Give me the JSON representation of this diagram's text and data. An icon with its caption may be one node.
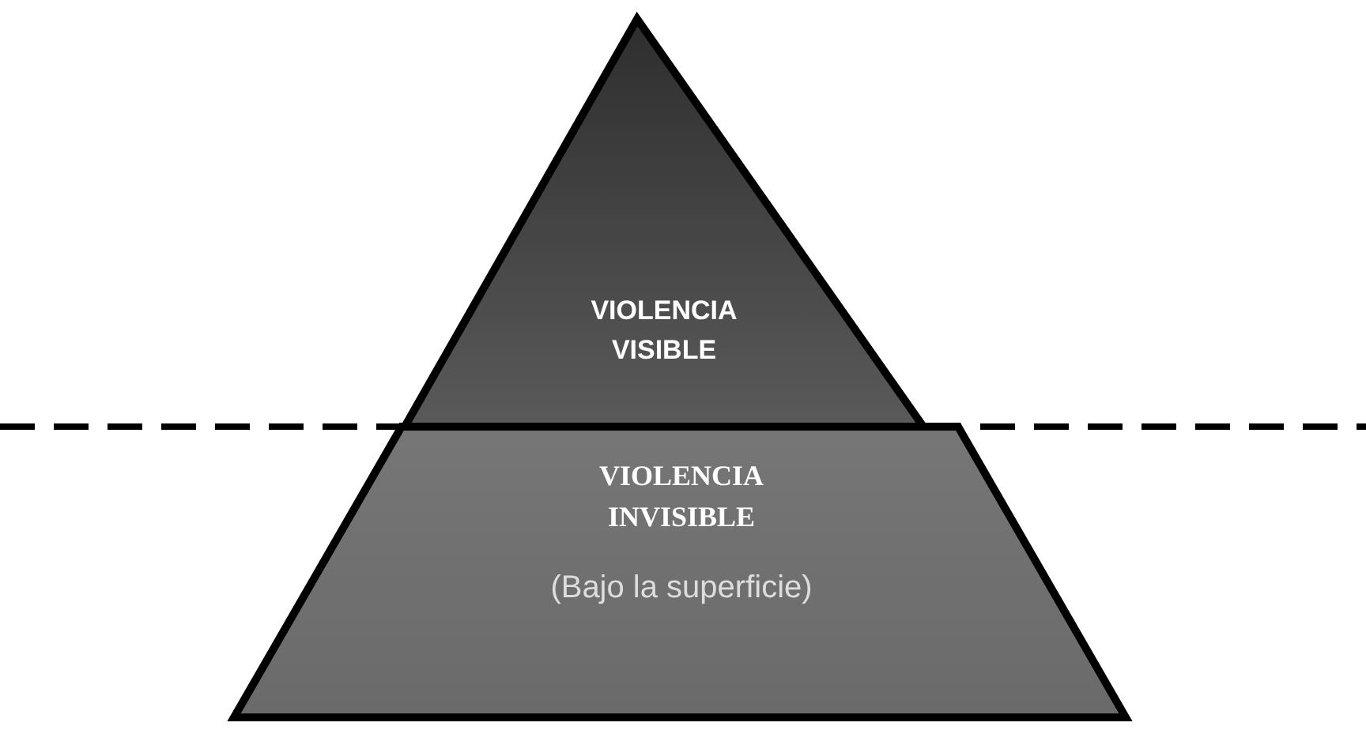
{
  "diagram": {
    "nodes": [
      {
        "text": [
          "VIOLENCIA VISIBLE"
        ]
      },
      {
        "text": [
          "VIOLENCIA INVISIBLE",
          "(Bajo la superficie)"
        ]
      }
    ]
  }
}
